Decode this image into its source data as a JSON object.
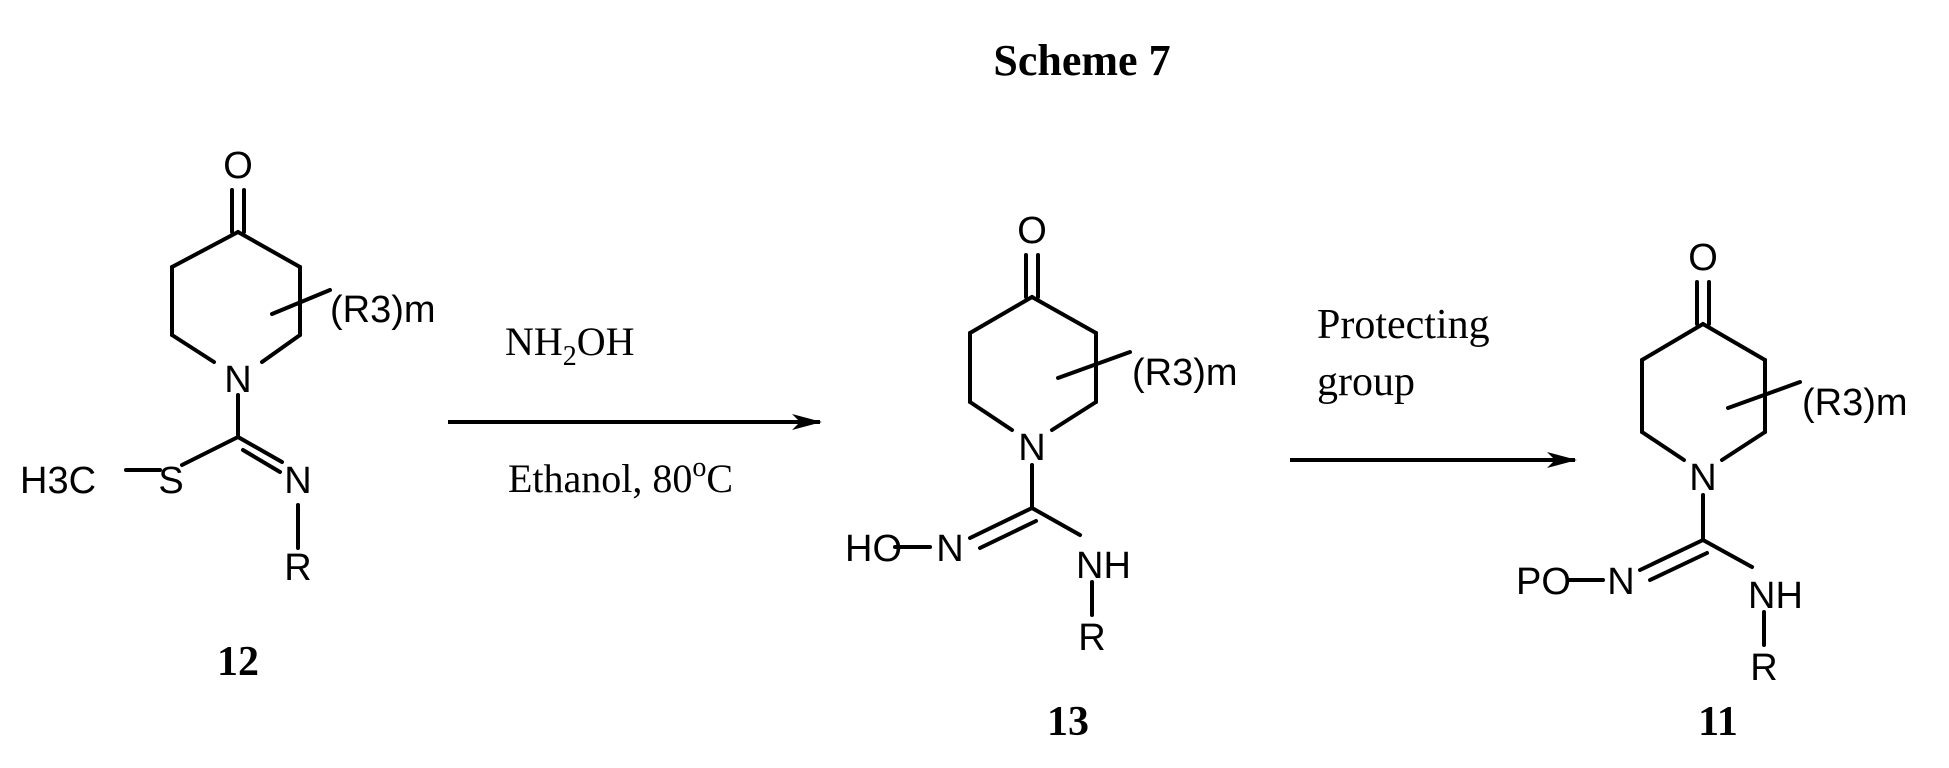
{
  "title": "Scheme 7",
  "compounds": [
    {
      "id": "12",
      "o": "O",
      "n": "N",
      "s": "S",
      "h3c": "H3C",
      "imine_n": "N",
      "r": "R",
      "sub": "(R3)m"
    },
    {
      "id": "13",
      "o": "O",
      "n": "N",
      "ho": "HO",
      "oxime_n": "N",
      "nh": "NH",
      "r": "R",
      "sub": "(R3)m"
    },
    {
      "id": "11",
      "o": "O",
      "n": "N",
      "po": "PO",
      "oxime_n": "N",
      "nh": "NH",
      "r": "R",
      "sub": "(R3)m"
    }
  ],
  "arrows": [
    {
      "reagent_main": "NH",
      "reagent_sub": "2",
      "reagent_tail": "OH",
      "conditions": "Ethanol, 80",
      "conditions_sup": "o",
      "conditions_tail": "C"
    },
    {
      "line1": "Protecting",
      "line2": "group"
    }
  ]
}
